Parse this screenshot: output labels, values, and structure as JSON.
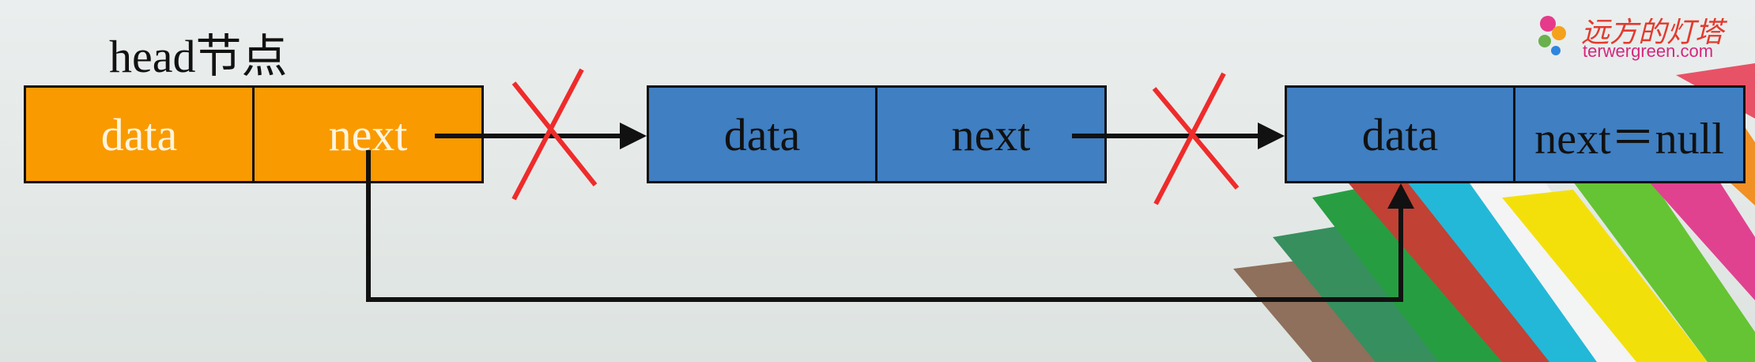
{
  "diagram": {
    "head_label": "head节点",
    "nodes": [
      {
        "data_label": "data",
        "next_label": "next"
      },
      {
        "data_label": "data",
        "next_label": "next"
      },
      {
        "data_label": "data",
        "next_label": "next＝null"
      }
    ],
    "colors": {
      "head_node": "#f99a00",
      "node": "#3f7fc2",
      "removed_link_mark": "#ef2b2b",
      "arrow": "#111111"
    }
  },
  "watermark": {
    "title": "远方的灯塔",
    "url": "terwergreen.com"
  }
}
